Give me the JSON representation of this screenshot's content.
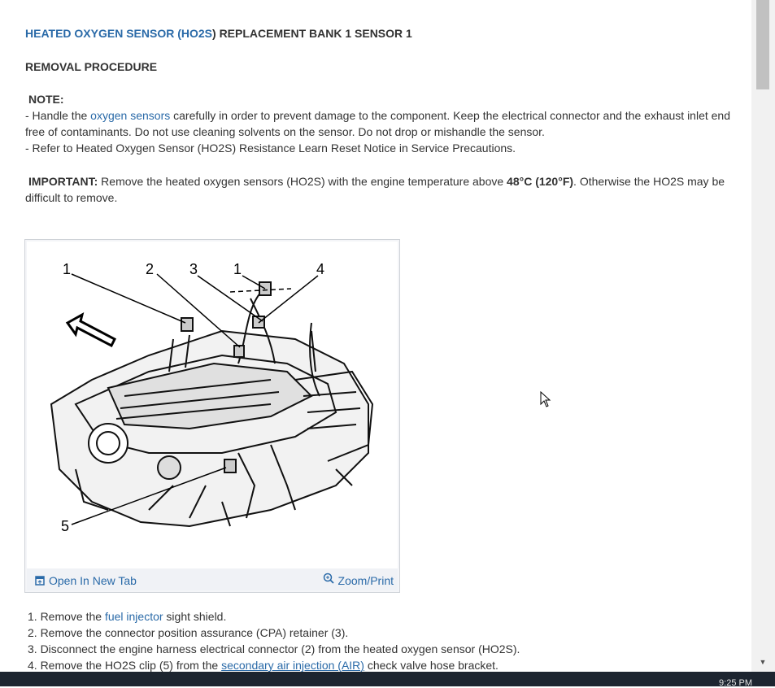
{
  "article": {
    "title_pre": "HEATED OXYGEN SENSOR (",
    "title_link": "HO2S",
    "title_post": ") REPLACEMENT BANK 1 SENSOR 1",
    "section": "REMOVAL PROCEDURE",
    "note_label": "NOTE:",
    "note_line1_pre": " -  Handle the ",
    "note_line1_link": "oxygen sensors",
    "note_line1_post": " carefully in order to prevent damage to the component. Keep the electrical connector and the exhaust inlet end free of contaminants. Do not use cleaning solvents on the sensor. Do not drop or mishandle the sensor.",
    "note_line2": " -  Refer to Heated Oxygen Sensor (HO2S) Resistance Learn Reset Notice in Service Precautions.",
    "important_label": "IMPORTANT:",
    "important_pre": " Remove the heated oxygen sensors (HO2S) with the engine temperature above ",
    "important_temp": "48°C (120°F)",
    "important_post": ". Otherwise the HO2S may be difficult to remove."
  },
  "figure": {
    "callouts": [
      "1",
      "2",
      "3",
      "1",
      "4",
      "5"
    ],
    "open_label": "Open In New Tab",
    "zoom_label": "Zoom/Print"
  },
  "steps": [
    {
      "pre": "1. Remove the ",
      "link": "fuel injector",
      "post": " sight shield."
    },
    {
      "pre": "2. Remove the connector position assurance (CPA) retainer (3).",
      "link": "",
      "post": ""
    },
    {
      "pre": "3. Disconnect the engine harness electrical connector (2) from the heated oxygen sensor (HO2S).",
      "link": "",
      "post": ""
    },
    {
      "pre": "4. Remove the HO2S clip (5) from the ",
      "link": "secondary air injection (AIR)",
      "post": " check valve hose bracket."
    }
  ],
  "taskbar": {
    "clock": "9:25 PM"
  },
  "colors": {
    "link": "#2a6aa8",
    "text": "#333333",
    "taskbar": "#1d2530"
  }
}
